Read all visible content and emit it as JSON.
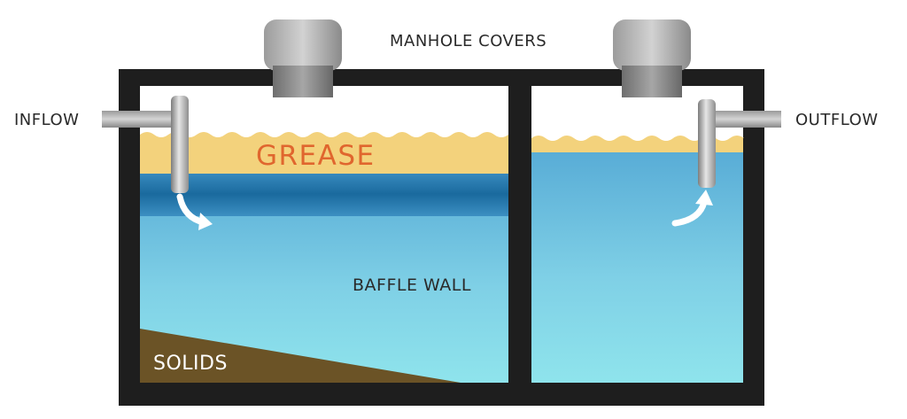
{
  "labels": {
    "manhole_covers": "MANHOLE COVERS",
    "inflow": "INFLOW",
    "outflow": "OUTFLOW",
    "grease": "GREASE",
    "baffle_wall": "BAFFLE WALL",
    "solids": "SOLIDS"
  },
  "colors": {
    "tank_wall": "#1e1e1e",
    "grease": "#f3d27c",
    "grease_text": "#e0662e",
    "water_light": "#8ee1ea",
    "water_mid": "#64bcdb",
    "water_dark_band": "#1f6fa3",
    "solids": "#6b5326",
    "pipe": "#b8b8b8",
    "manhole_cover": "#8a8a8a",
    "arrow": "#ffffff"
  }
}
